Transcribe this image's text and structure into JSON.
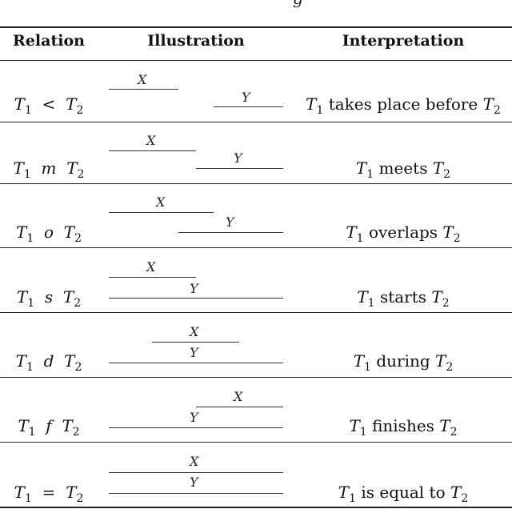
{
  "caption_fragment": "g",
  "headers": {
    "relation": "Relation",
    "illustration": "Illustration",
    "interpretation": "Interpretation"
  },
  "rows": [
    {
      "rel_pre": "T",
      "rel_sub1": "1",
      "rel_op": "<",
      "rel_post": "T",
      "rel_sub2": "2",
      "x_label": "X",
      "y_label": "Y",
      "int_pre": "T",
      "int_sub1": "1",
      "int_mid": "takes place before",
      "int_post": "T",
      "int_sub2": "2"
    },
    {
      "rel_pre": "T",
      "rel_sub1": "1",
      "rel_op": "m",
      "rel_post": "T",
      "rel_sub2": "2",
      "x_label": "X",
      "y_label": "Y",
      "int_pre": "T",
      "int_sub1": "1",
      "int_mid": "meets",
      "int_post": "T",
      "int_sub2": "2"
    },
    {
      "rel_pre": "T",
      "rel_sub1": "1",
      "rel_op": "o",
      "rel_post": "T",
      "rel_sub2": "2",
      "x_label": "X",
      "y_label": "Y",
      "int_pre": "T",
      "int_sub1": "1",
      "int_mid": "overlaps",
      "int_post": "T",
      "int_sub2": "2"
    },
    {
      "rel_pre": "T",
      "rel_sub1": "1",
      "rel_op": "s",
      "rel_post": "T",
      "rel_sub2": "2",
      "x_label": "X",
      "y_label": "Y",
      "int_pre": "T",
      "int_sub1": "1",
      "int_mid": "starts",
      "int_post": "T",
      "int_sub2": "2"
    },
    {
      "rel_pre": "T",
      "rel_sub1": "1",
      "rel_op": "d",
      "rel_post": "T",
      "rel_sub2": "2",
      "x_label": "X",
      "y_label": "Y",
      "int_pre": "T",
      "int_sub1": "1",
      "int_mid": "during",
      "int_post": "T",
      "int_sub2": "2"
    },
    {
      "rel_pre": "T",
      "rel_sub1": "1",
      "rel_op": "f",
      "rel_post": "T",
      "rel_sub2": "2",
      "x_label": "X",
      "y_label": "Y",
      "int_pre": "T",
      "int_sub1": "1",
      "int_mid": "finishes",
      "int_post": "T",
      "int_sub2": "2"
    },
    {
      "rel_pre": "T",
      "rel_sub1": "1",
      "rel_op": "=",
      "rel_post": "T",
      "rel_sub2": "2",
      "x_label": "X",
      "y_label": "Y",
      "int_pre": "T",
      "int_sub1": "1",
      "int_mid": "is equal to",
      "int_post": "T",
      "int_sub2": "2"
    }
  ]
}
